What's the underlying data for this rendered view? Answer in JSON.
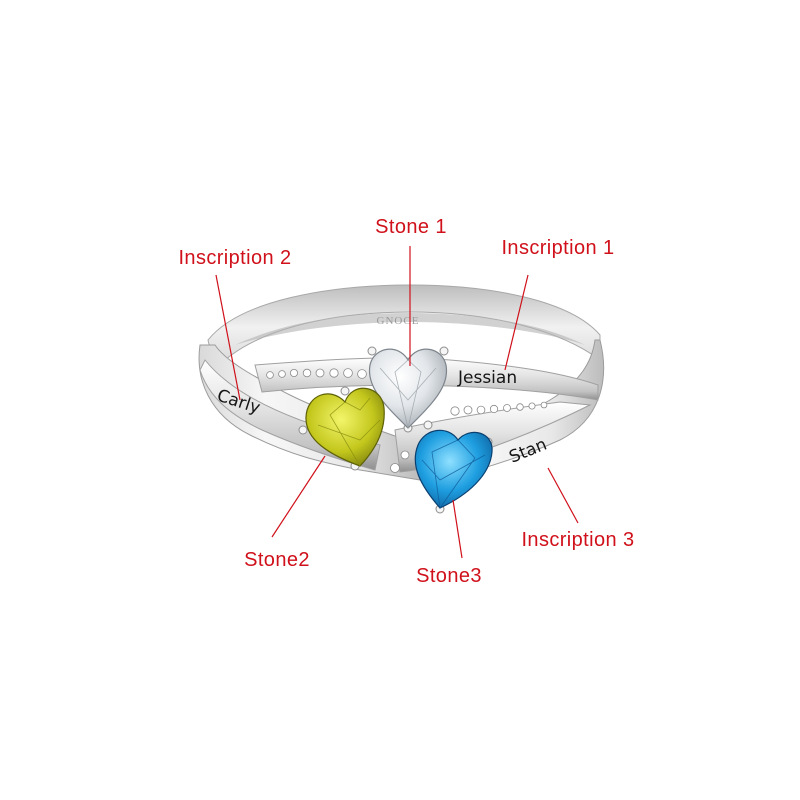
{
  "brand_mark": "GNOCE",
  "callouts": {
    "stone1": "Stone 1",
    "stone2": "Stone2",
    "stone3": "Stone3",
    "inscription1": "Inscription 1",
    "inscription2": "Inscription 2",
    "inscription3": "Inscription 3"
  },
  "engravings": {
    "inscription1": "Jessian",
    "inscription2": "Carly",
    "inscription3": "Stan"
  },
  "stones": {
    "stone1": {
      "color": "#eceff2",
      "name": "white-heart-stone"
    },
    "stone2": {
      "color": "#c3c71c",
      "name": "yellow-green-heart-stone"
    },
    "stone3": {
      "color": "#1e9ee0",
      "name": "blue-heart-stone"
    }
  },
  "colors": {
    "callout_text": "#d0111b",
    "metal_light": "#f4f4f4",
    "metal_dark": "#9c9c9c"
  }
}
